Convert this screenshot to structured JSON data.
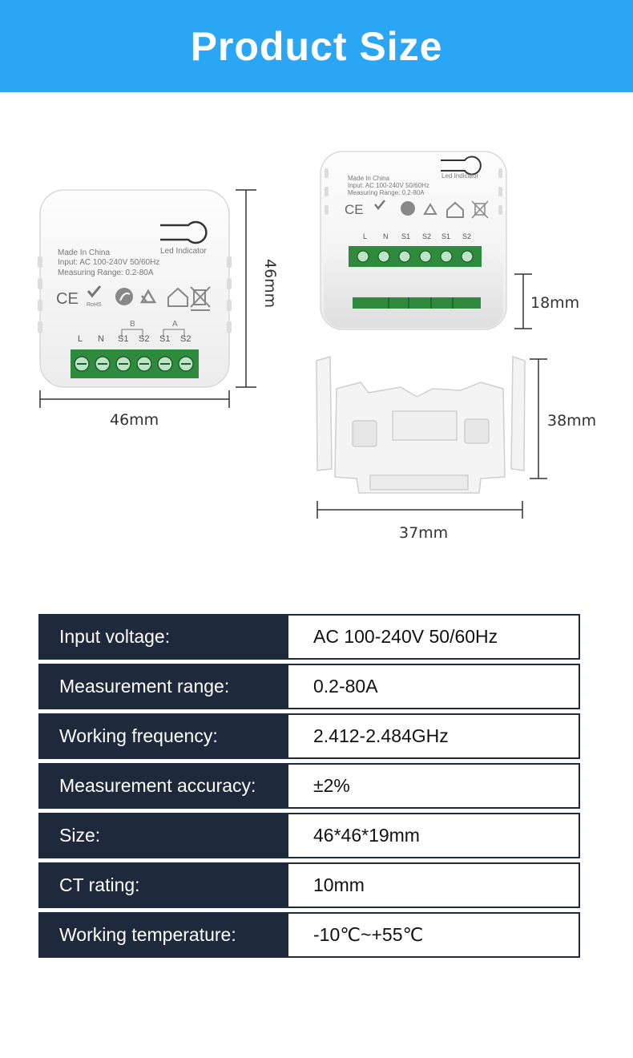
{
  "header": {
    "title": "Product Size"
  },
  "device_front": {
    "made_in": "Made In China",
    "input": "Input: AC 100-240V 50/60Hz",
    "measuring_range": "Measuring Range: 0.2-80A",
    "led_label": "Led Indicator",
    "cert_ce": "CE",
    "cert_rohs": "RoHS",
    "terminal_group_b": "B",
    "terminal_group_a": "A",
    "terminals": [
      "L",
      "N",
      "S1",
      "S2",
      "S1",
      "S2"
    ]
  },
  "dimensions": {
    "width": "46mm",
    "height": "46mm",
    "depth": "18mm",
    "bracket_height": "38mm",
    "bracket_width": "37mm"
  },
  "specs": [
    {
      "label": "Input voltage:",
      "value": "AC 100-240V 50/60Hz"
    },
    {
      "label": "Measurement range:",
      "value": "0.2-80A"
    },
    {
      "label": "Working frequency:",
      "value": "2.412-2.484GHz"
    },
    {
      "label": "Measurement accuracy:",
      "value": "±2%"
    },
    {
      "label": "Size:",
      "value": "46*46*19mm"
    },
    {
      "label": "CT rating:",
      "value": "10mm"
    },
    {
      "label": "Working temperature:",
      "value": "-10℃~+55℃"
    }
  ],
  "colors": {
    "header": "#2aa6f4",
    "table_dark": "#1e2a3c",
    "terminal_green": "#2e8b3e"
  }
}
